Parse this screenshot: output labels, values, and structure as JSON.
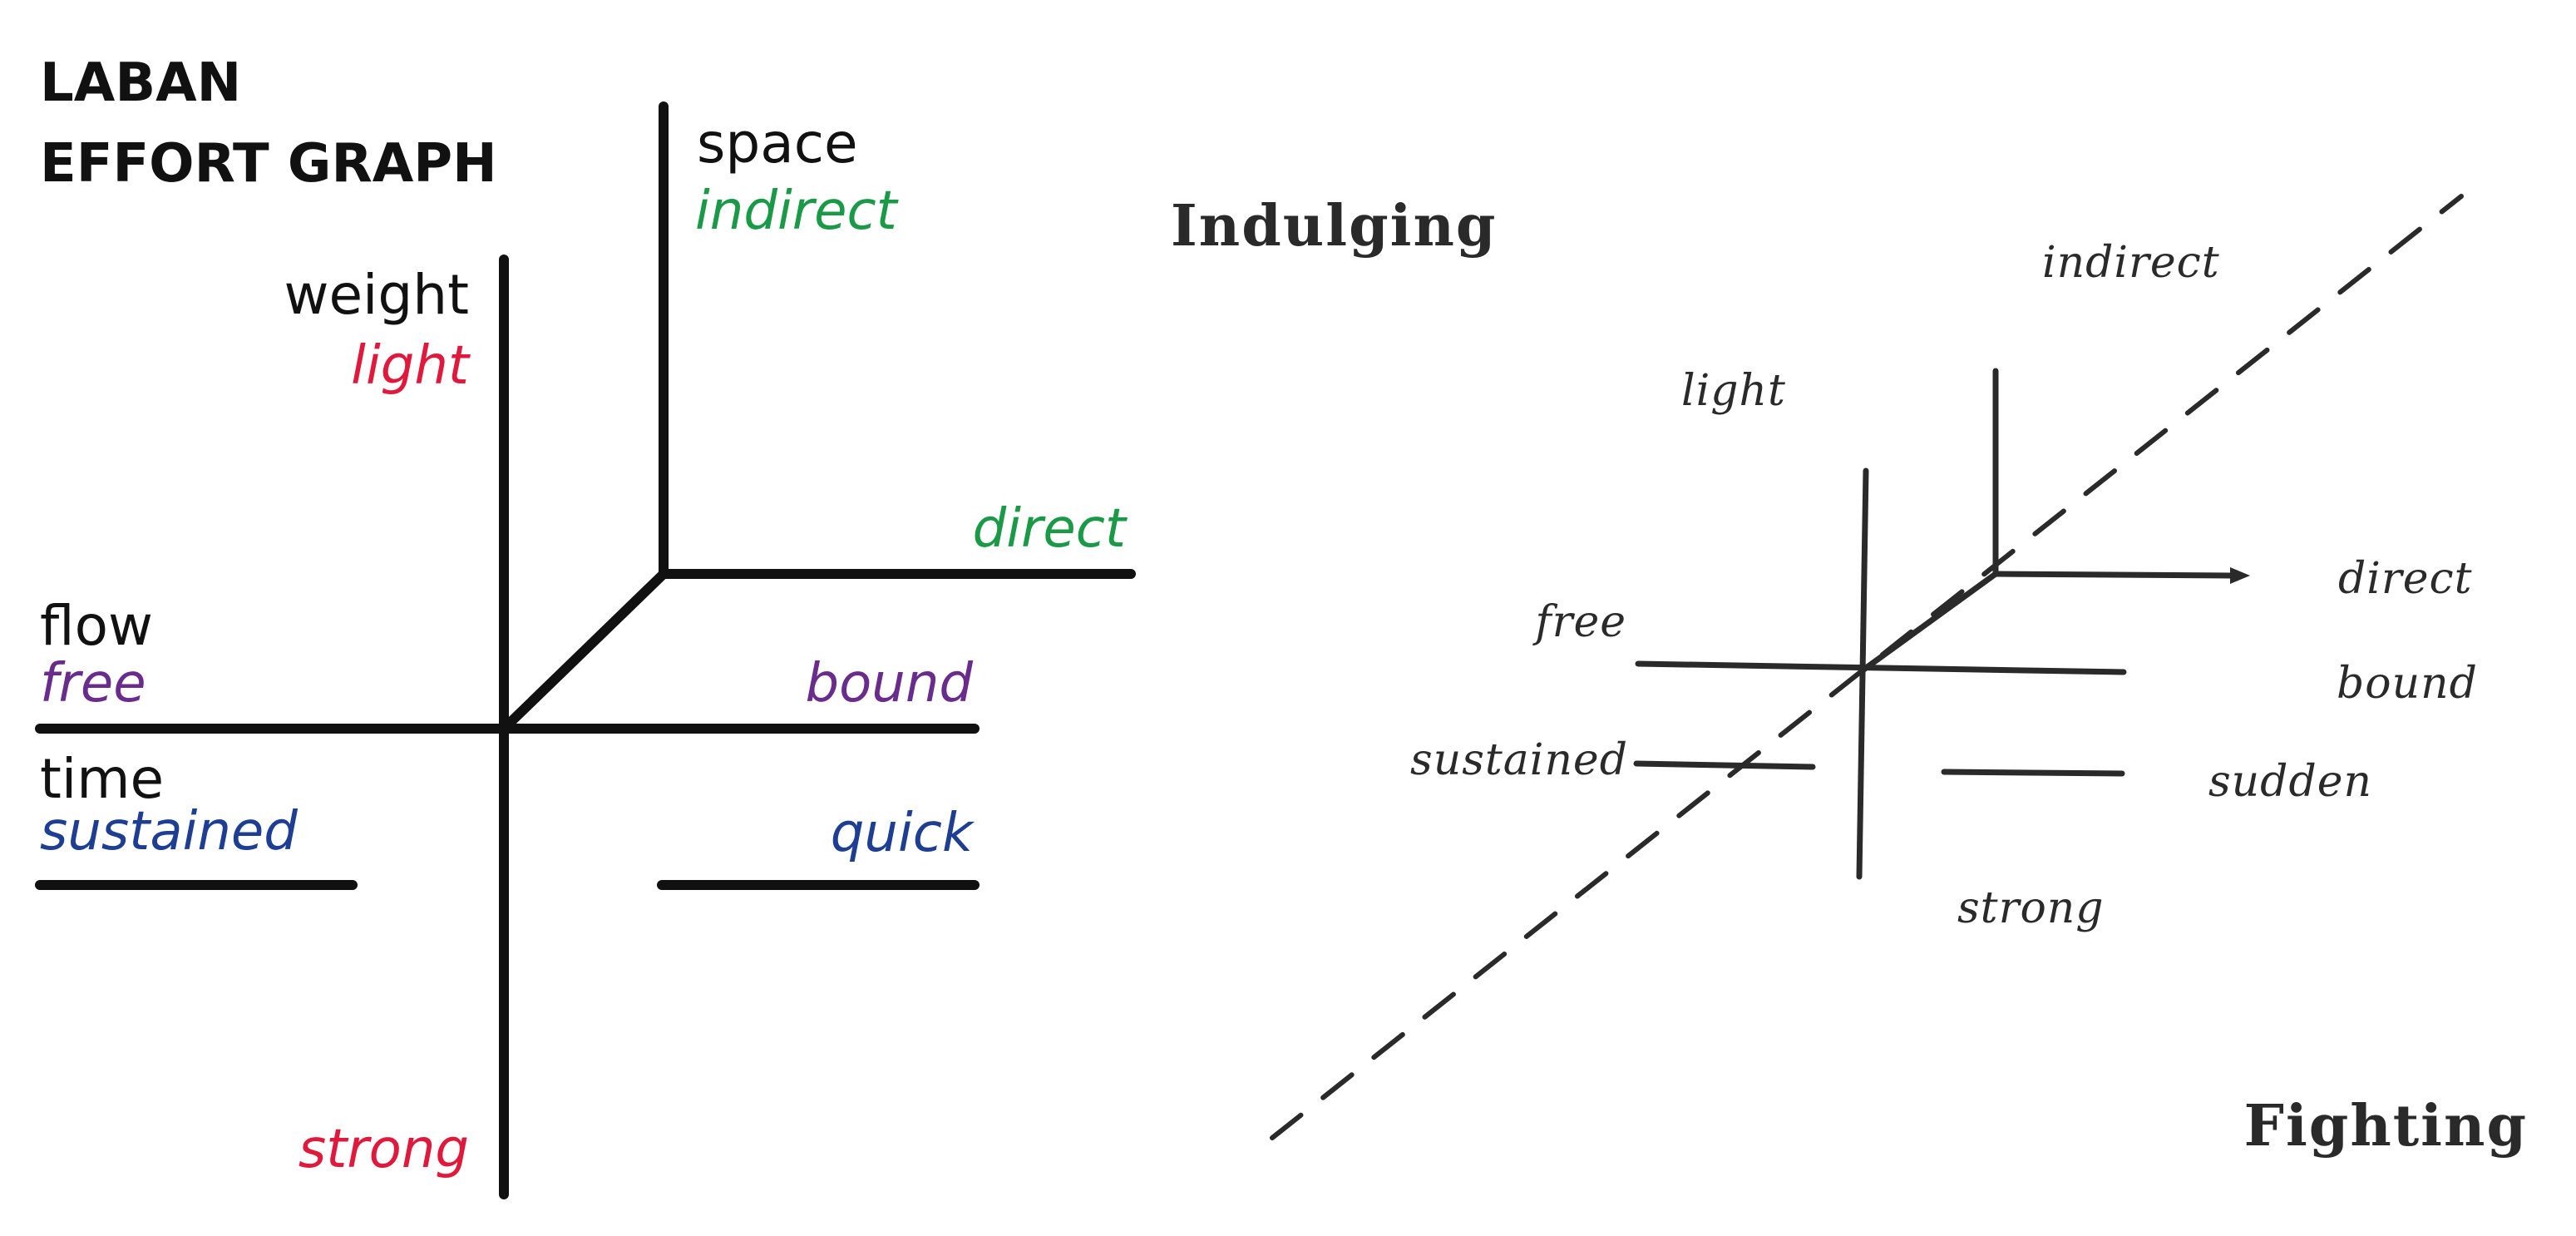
{
  "left_diagram": {
    "title_line1": "LABAN",
    "title_line2": "EFFORT GRAPH",
    "factors": {
      "space": {
        "name": "space",
        "indulging": "indirect",
        "fighting": "direct",
        "color": "#1a9a46"
      },
      "weight": {
        "name": "weight",
        "indulging": "light",
        "fighting": "strong",
        "color": "#e0193c"
      },
      "flow": {
        "name": "flow",
        "indulging": "free",
        "fighting": "bound",
        "color": "#6a2c8c"
      },
      "time": {
        "name": "time",
        "indulging": "sustained",
        "fighting": "quick",
        "color": "#1e3e94"
      }
    },
    "line_color": "#111111"
  },
  "right_diagram": {
    "indulging_label": "Indulging",
    "fighting_label": "Fighting",
    "qualities": {
      "indirect": "indirect",
      "light": "light",
      "direct": "direct",
      "free": "free",
      "bound": "bound",
      "sustained": "sustained",
      "sudden": "sudden",
      "strong": "strong"
    },
    "line_color": "#2a2a2a"
  }
}
